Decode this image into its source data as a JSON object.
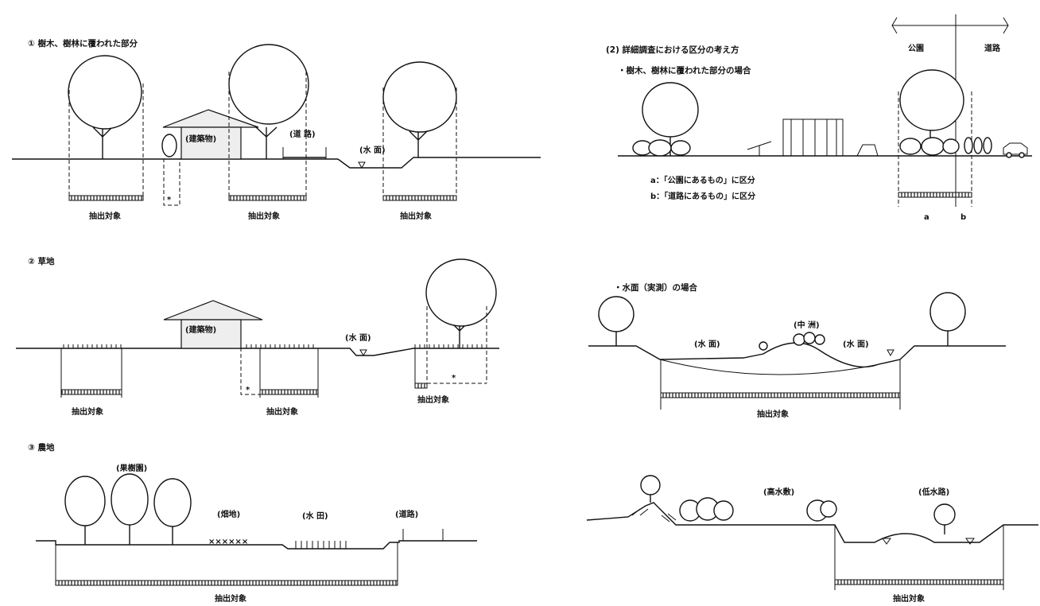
{
  "page_title": "",
  "left": {
    "s1": {
      "title": "① 樹木、樹林に覆われた部分",
      "labels": {
        "building": "(建築物)",
        "road": "(道 路)",
        "water": "(水 面)"
      },
      "extract": "抽出対象",
      "asterisk": "*"
    },
    "s2": {
      "title": "② 草地",
      "labels": {
        "building": "(建築物)",
        "water": "(水 面)"
      },
      "extract": "抽出対象",
      "asterisk": "*"
    },
    "s3": {
      "title": "③ 農地",
      "labels": {
        "orchard": "(果樹園)",
        "field": "(畑地)",
        "paddy": "(水 田)",
        "road": "(道路)"
      },
      "extract": "抽出対象"
    }
  },
  "right": {
    "top": {
      "section_title": "(2) 詳細調査における区分の考え方",
      "case_title": "・樹木、樹林に覆われた部分の場合",
      "park_label": "公園",
      "road_label": "道路",
      "note_a": "a：「公園にあるもの」に区分",
      "note_b": "b：「道路にあるもの」に区分",
      "dim_a": "a",
      "dim_b": "b"
    },
    "mid": {
      "case_title": "・水面（実測）の場合",
      "water1": "(水 面)",
      "sandbar": "(中 洲)",
      "water2": "(水 面)",
      "extract": "抽出対象"
    },
    "bot": {
      "floodplain": "(高水敷)",
      "low_channel": "(低水路)",
      "extract": "抽出対象"
    }
  }
}
